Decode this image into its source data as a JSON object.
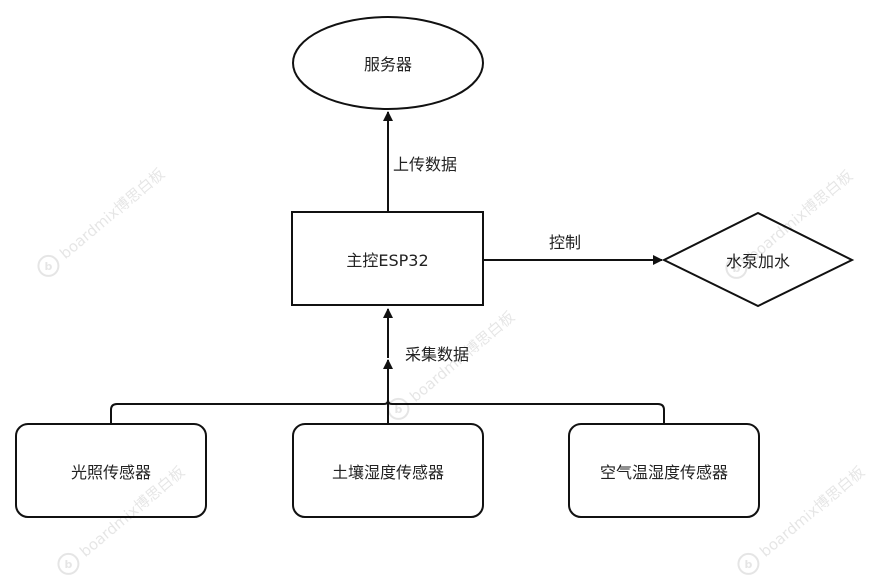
{
  "diagram": {
    "nodes": {
      "server": "服务器",
      "controller": "主控ESP32",
      "pump": "水泵加水",
      "light_sensor": "光照传感器",
      "soil_sensor": "土壤湿度传感器",
      "air_sensor": "空气温湿度传感器"
    },
    "edges": {
      "upload": "上传数据",
      "control": "控制",
      "collect": "采集数据"
    }
  },
  "watermark": {
    "text": "boardmix博思白板",
    "logo": "b"
  },
  "colors": {
    "stroke": "#111111",
    "text": "#222222",
    "background": "#ffffff"
  }
}
